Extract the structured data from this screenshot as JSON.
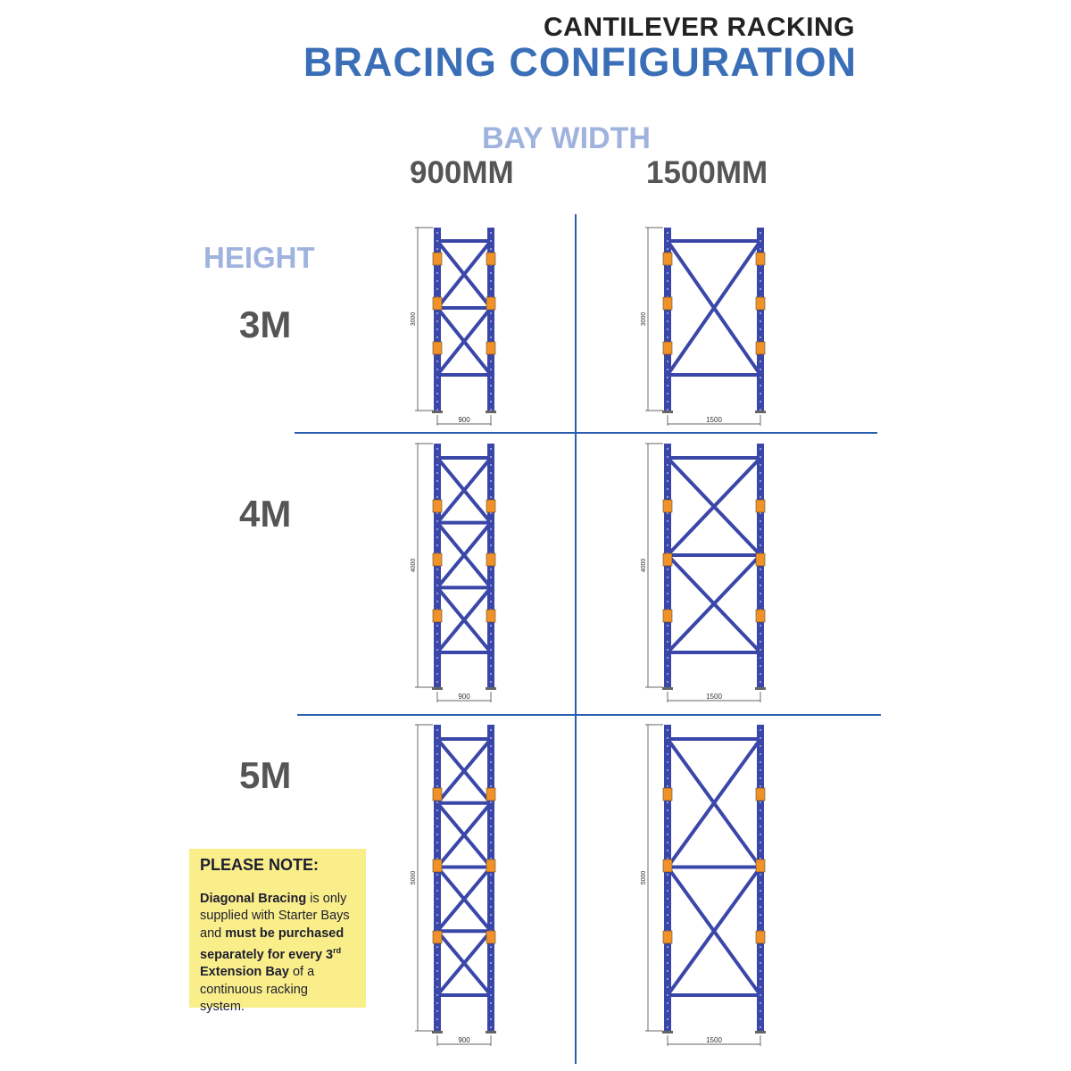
{
  "header": {
    "subtitle": "CANTILEVER RACKING",
    "title": "BRACING CONFIGURATION"
  },
  "columns": {
    "label": "BAY WIDTH",
    "items": [
      "900MM",
      "1500MM"
    ]
  },
  "rows": {
    "label": "HEIGHT",
    "items": [
      "3M",
      "4M",
      "5M"
    ]
  },
  "note": {
    "heading": "PLEASE NOTE:",
    "b1": "Diagonal Bracing",
    "t1": " is only supplied with Starter Bays and ",
    "b2": "must be purchased separately for every 3",
    "sup": "rd",
    "b3": "Extension Bay",
    "t2": " of a continuous racking system."
  },
  "racks": [
    {
      "height_label": "3000",
      "width_label": "900",
      "bracing_panels": 2
    },
    {
      "height_label": "3000",
      "width_label": "1500",
      "bracing_panels": 1
    },
    {
      "height_label": "4000",
      "width_label": "900",
      "bracing_panels": 3
    },
    {
      "height_label": "4000",
      "width_label": "1500",
      "bracing_panels": 2
    },
    {
      "height_label": "5000",
      "width_label": "900",
      "bracing_panels": 4
    },
    {
      "height_label": "5000",
      "width_label": "1500",
      "bracing_panels": 2
    }
  ],
  "colors": {
    "frame": "#3a47a8",
    "clip": "#f0922a",
    "divider": "#2a5db0",
    "title": "#3a6fb8",
    "note_bg": "#f9ee8a"
  }
}
